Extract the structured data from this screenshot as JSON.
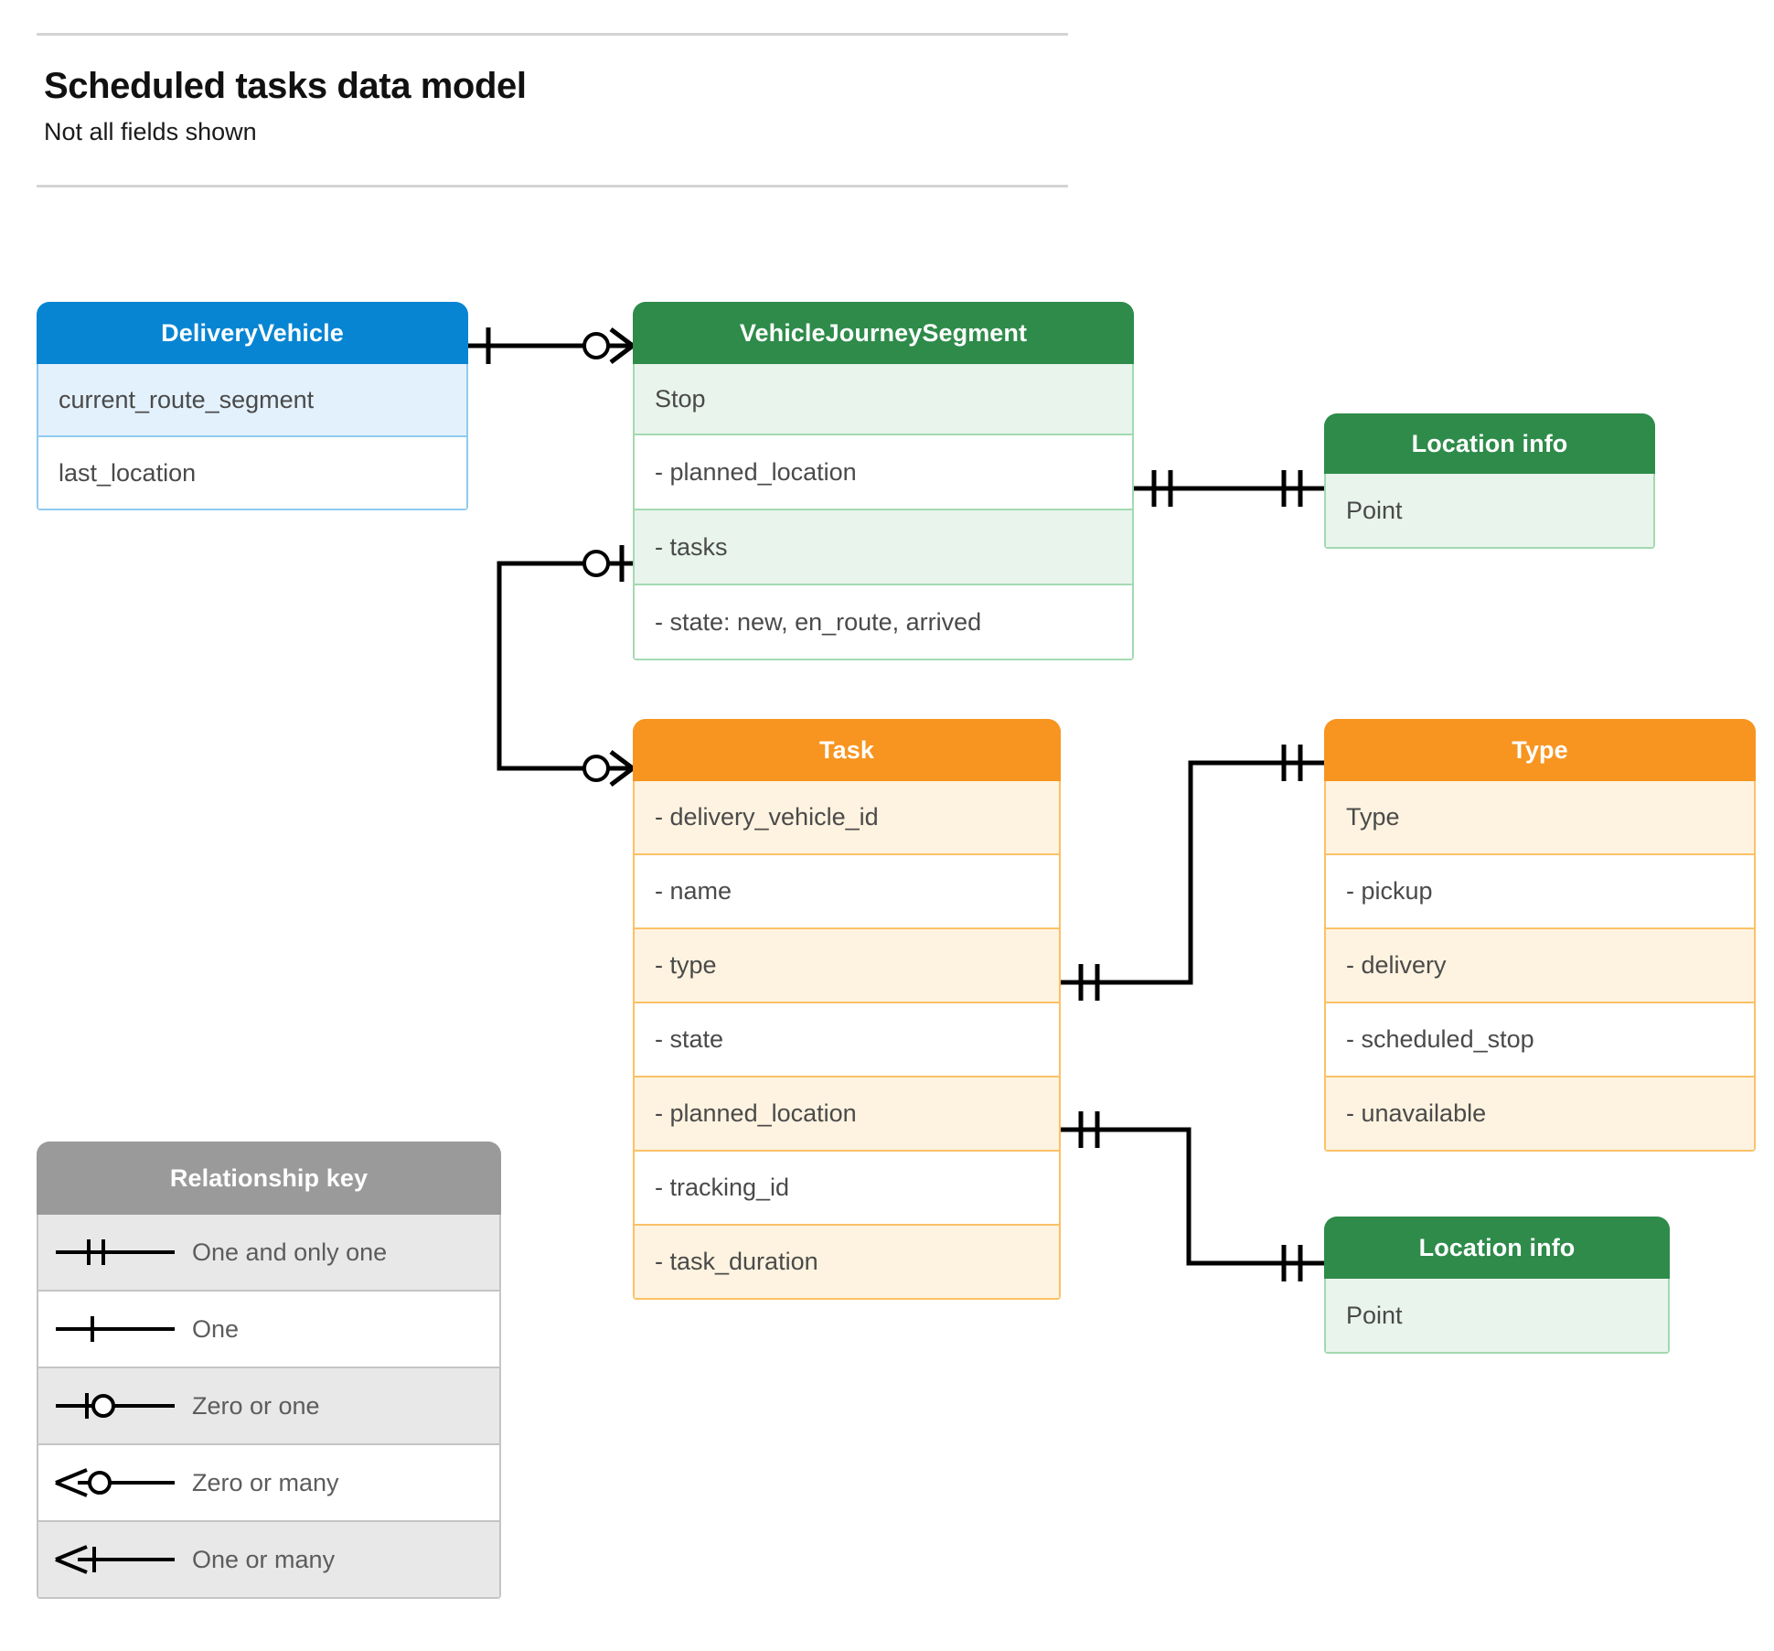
{
  "header": {
    "title": "Scheduled tasks data model",
    "subtitle": "Not all fields shown"
  },
  "entities": {
    "delivery_vehicle": {
      "title": "DeliveryVehicle",
      "color": "#0785d3",
      "rows": [
        "current_route_segment",
        "last_location"
      ]
    },
    "vehicle_journey_segment": {
      "title": "VehicleJourneySegment",
      "color": "#2e8b4a",
      "rows": [
        "Stop",
        "-  planned_location",
        "- tasks",
        "- state: new, en_route, arrived"
      ]
    },
    "location_info_top": {
      "title": "Location info",
      "color": "#2e8b4a",
      "rows": [
        "Point"
      ]
    },
    "location_info_bottom": {
      "title": "Location info",
      "color": "#2e8b4a",
      "rows": [
        "Point"
      ]
    },
    "task": {
      "title": "Task",
      "color": "#f79520",
      "rows": [
        "- delivery_vehicle_id",
        "- name",
        "- type",
        "- state",
        "- planned_location",
        "- tracking_id",
        "- task_duration"
      ]
    },
    "type": {
      "title": "Type",
      "color": "#f79520",
      "rows": [
        "Type",
        "-   pickup",
        "-   delivery",
        "-   scheduled_stop",
        "-   unavailable"
      ]
    }
  },
  "legend": {
    "title": "Relationship key",
    "color": "#9a9a9a",
    "items": [
      {
        "symbol": "one-and-only-one",
        "label": "One and only one"
      },
      {
        "symbol": "one",
        "label": "One"
      },
      {
        "symbol": "zero-or-one",
        "label": "Zero or one"
      },
      {
        "symbol": "zero-or-many",
        "label": "Zero or many"
      },
      {
        "symbol": "one-or-many",
        "label": "One or many"
      }
    ]
  },
  "relationships": [
    {
      "from": "delivery_vehicle",
      "to": "vehicle_journey_segment",
      "from_notation": "one",
      "to_notation": "zero-or-many"
    },
    {
      "from": "vehicle_journey_segment.tasks",
      "to": "task",
      "from_notation": "zero-or-one",
      "to_notation": "zero-or-many"
    },
    {
      "from": "vehicle_journey_segment.planned_location",
      "to": "location_info_top",
      "from_notation": "one-and-only-one",
      "to_notation": "one-and-only-one"
    },
    {
      "from": "task.type",
      "to": "type",
      "from_notation": "one-and-only-one",
      "to_notation": "one-and-only-one"
    },
    {
      "from": "task.planned_location",
      "to": "location_info_bottom",
      "from_notation": "one-and-only-one",
      "to_notation": "one-and-only-one"
    }
  ]
}
